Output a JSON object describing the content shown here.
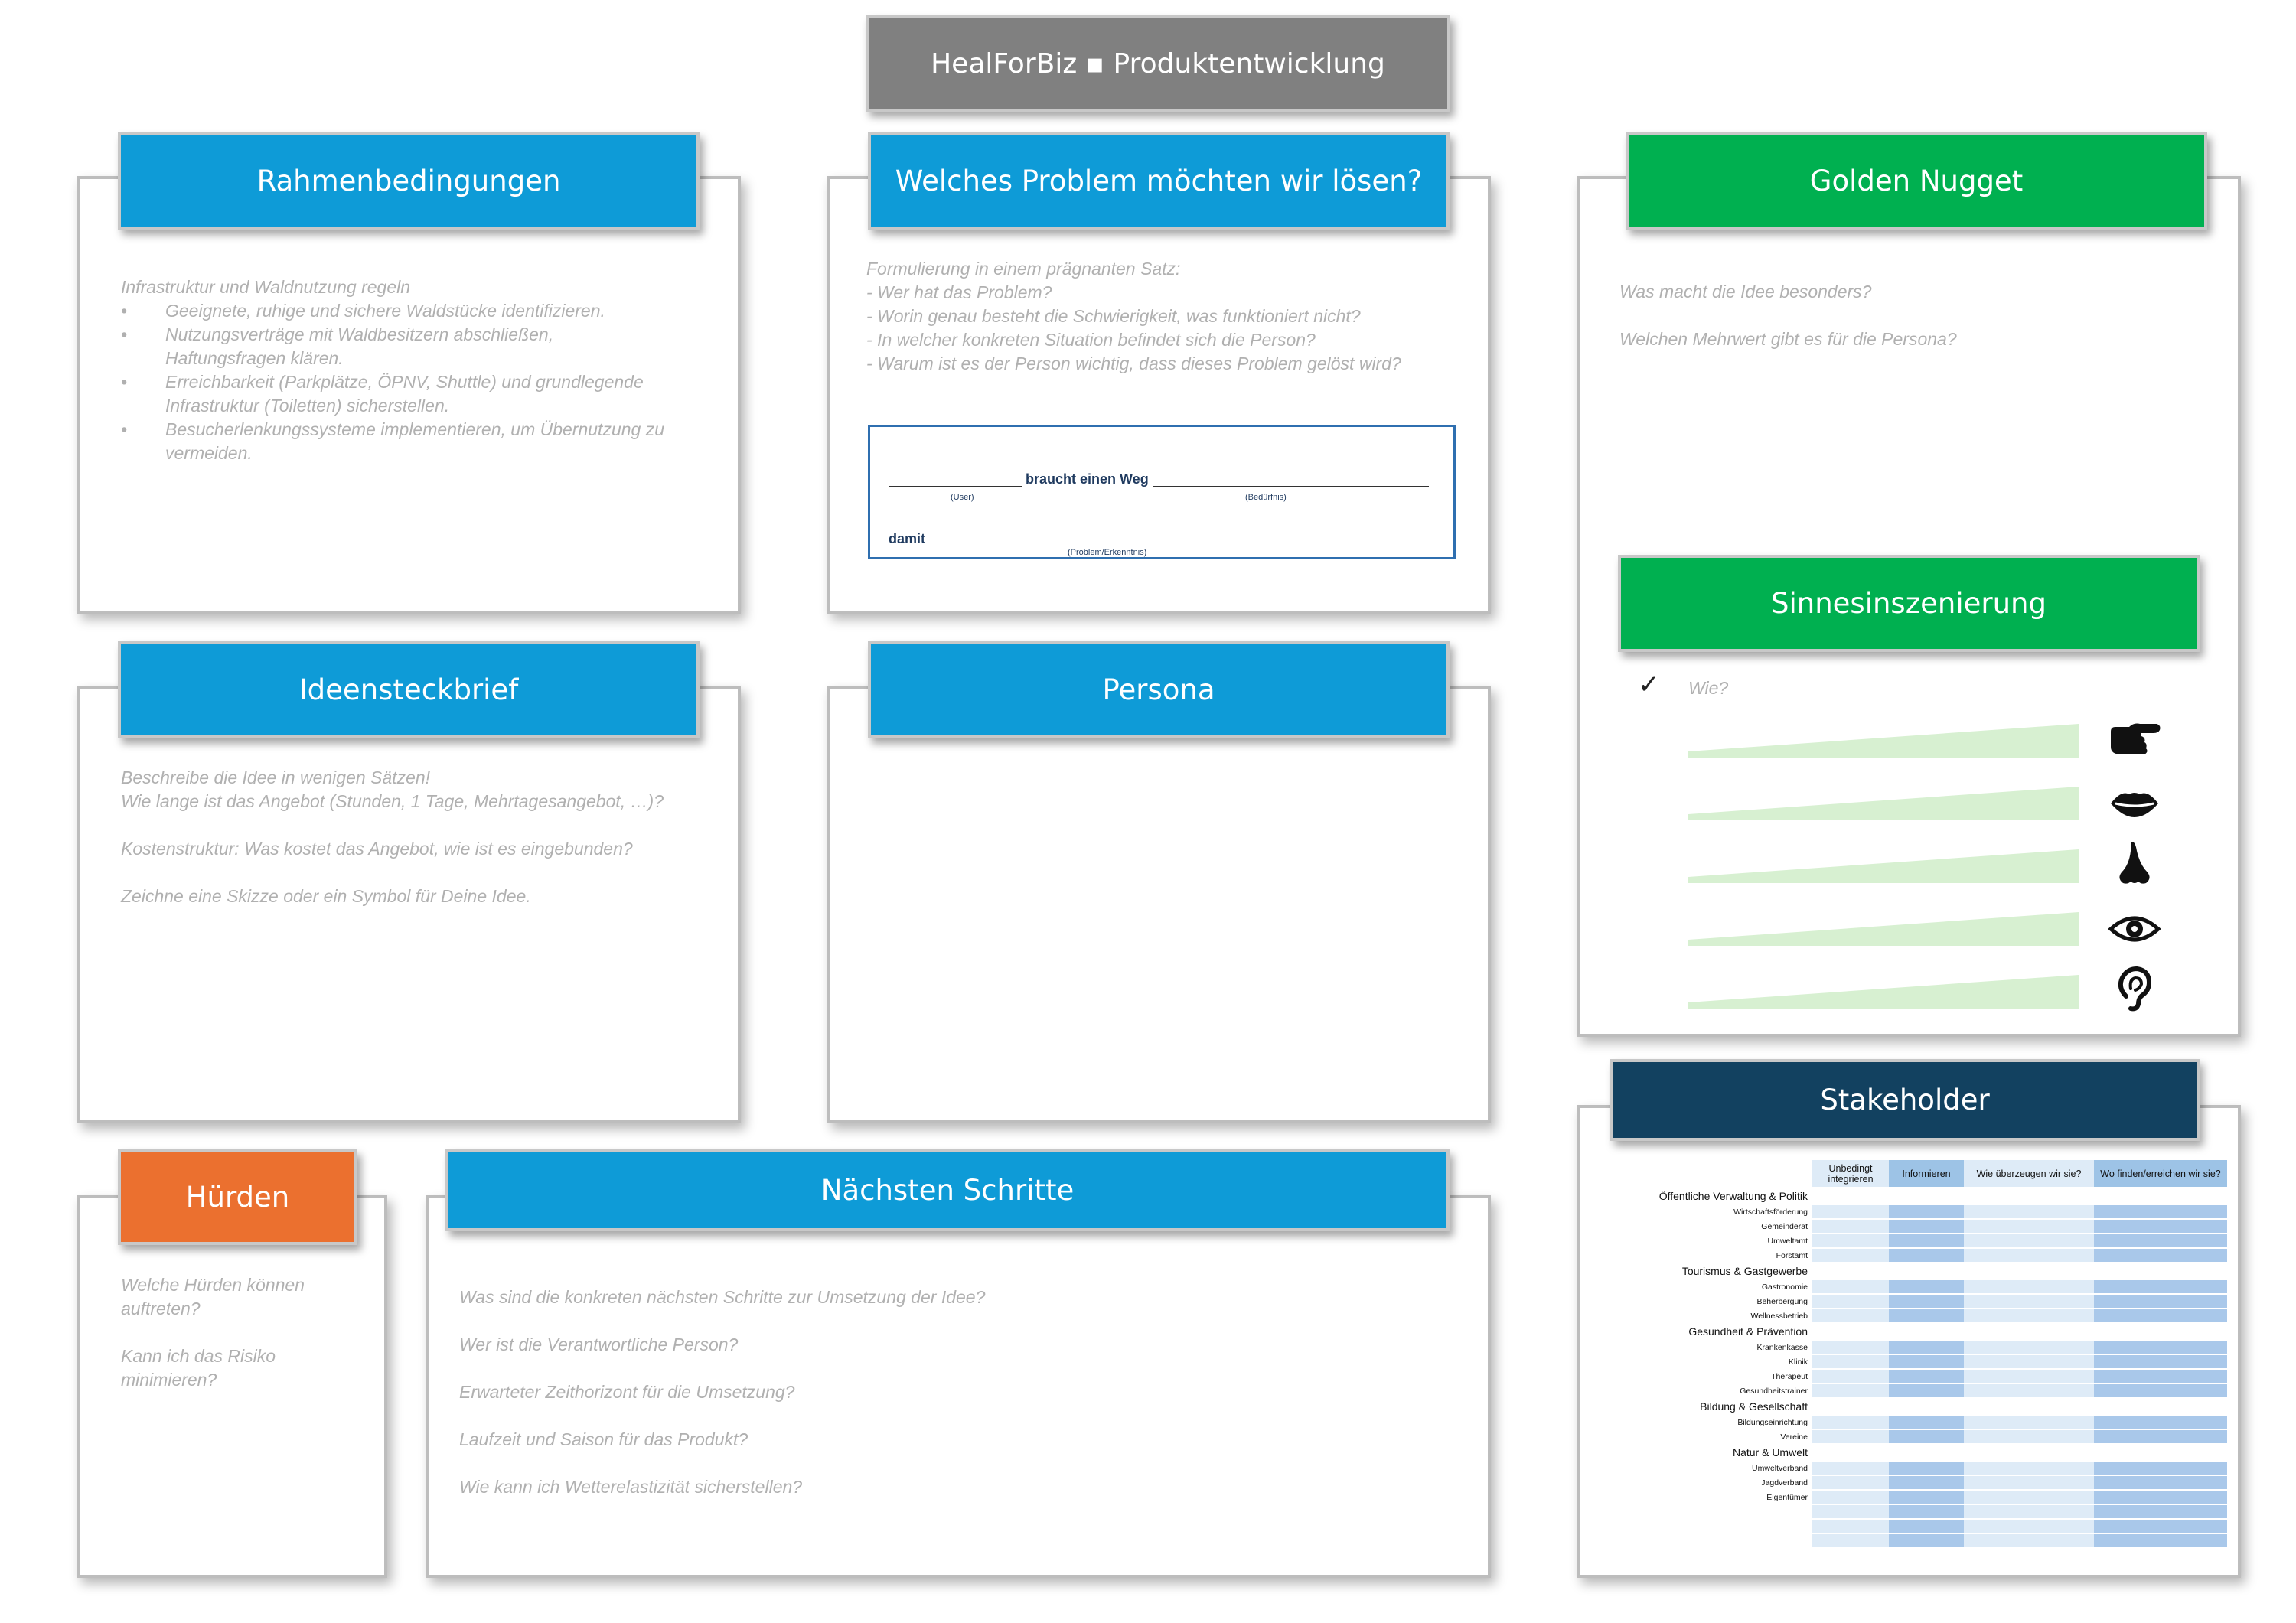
{
  "title": "HealForBiz ▪ Produktentwicklung",
  "rahmen": {
    "header": "Rahmenbedingungen",
    "intro": "Infrastruktur und Waldnutzung regeln",
    "bullets": [
      "Geeignete, ruhige und sichere Waldstücke identifizieren.",
      "Nutzungsverträge mit Waldbesitzern abschließen, Haftungsfragen klären.",
      "Erreichbarkeit (Parkplätze, ÖPNV, Shuttle) und grundlegende Infrastruktur (Toiletten) sicherstellen.",
      "Besucherlenkungssysteme implementieren, um Übernutzung zu vermeiden."
    ]
  },
  "problem": {
    "header": "Welches Problem möchten wir lösen?",
    "lines": [
      "Formulierung in einem prägnanten Satz:",
      "- Wer hat das Problem?",
      "- Worin genau besteht die Schwierigkeit, was funktioniert nicht?",
      "- In welcher konkreten Situation befindet sich die Person?",
      "- Warum ist es der Person wichtig, dass dieses Problem gelöst wird?"
    ],
    "template": {
      "needs": "braucht einen Weg",
      "user": "(User)",
      "need": "(Bedürfnis)",
      "damit": "damit",
      "insight": "(Problem/Erkenntnis)"
    }
  },
  "nugget": {
    "header": "Golden Nugget",
    "q1": "Was macht die Idee besonders?",
    "q2": "Welchen Mehrwert gibt es für die Persona?"
  },
  "sinne": {
    "header": "Sinnesinszenierung",
    "check": "✓",
    "wie": "Wie?",
    "senses": [
      "hand-pointing-icon",
      "lips-icon",
      "nose-icon",
      "eye-icon",
      "ear-icon"
    ],
    "wedge_color": "#d7f0d1"
  },
  "idee": {
    "header": "Ideensteckbrief",
    "l1": "Beschreibe die Idee in wenigen Sätzen!",
    "l2": "Wie lange ist das Angebot (Stunden, 1 Tage, Mehrtagesangebot, …)?",
    "l3": "Kostenstruktur: Was kostet das Angebot, wie ist es eingebunden?",
    "l4": "Zeichne eine Skizze oder ein Symbol für Deine Idee."
  },
  "persona": {
    "header": "Persona"
  },
  "huerden": {
    "header": "Hürden",
    "q1": "Welche Hürden können auftreten?",
    "q2": "Kann ich das Risiko minimieren?"
  },
  "schritte": {
    "header": "Nächsten Schritte",
    "items": [
      "Was sind die konkreten nächsten Schritte zur Umsetzung der Idee?",
      "Wer ist die Verantwortliche Person?",
      "Erwarteter Zeithorizont für die Umsetzung?",
      "Laufzeit und Saison für das Produkt?",
      "Wie kann ich Wetterelastizität sicherstellen?"
    ]
  },
  "stakeholder": {
    "header": "Stakeholder",
    "columns": [
      "Unbedingt integrieren",
      "Informieren",
      "Wie überzeugen wir sie?",
      "Wo finden/erreichen wir sie?"
    ],
    "groups": [
      {
        "name": "Öffentliche Verwaltung & Politik",
        "items": [
          "Wirtschaftsförderung",
          "Gemeinderat",
          "Umweltamt",
          "Forstamt"
        ]
      },
      {
        "name": "Tourismus & Gastgewerbe",
        "items": [
          "Gastronomie",
          "Beherbergung",
          "Wellnessbetrieb"
        ]
      },
      {
        "name": "Gesundheit & Prävention",
        "items": [
          "Krankenkasse",
          "Klinik",
          "Therapeut",
          "Gesundheitstrainer"
        ]
      },
      {
        "name": "Bildung & Gesellschaft",
        "items": [
          "Bildungseinrichtung",
          "Vereine"
        ]
      },
      {
        "name": "Natur & Umwelt",
        "items": [
          "Umweltverband",
          "Jagdverband",
          "Eigentümer",
          "",
          "",
          ""
        ]
      }
    ]
  }
}
